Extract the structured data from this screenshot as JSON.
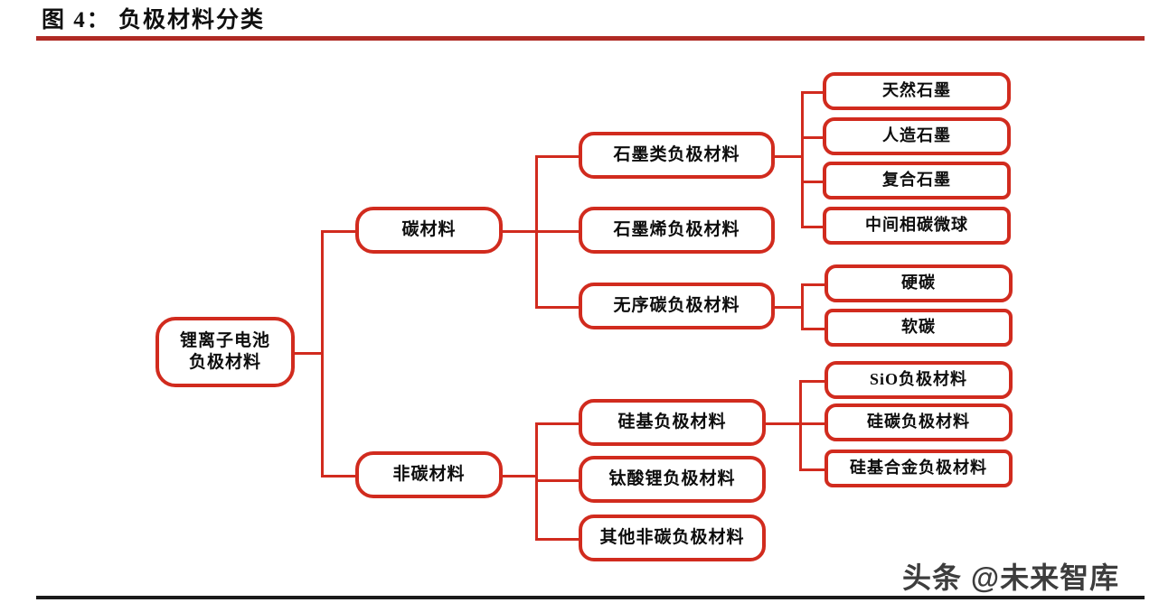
{
  "header": {
    "figure_title": "图 4：  负极材料分类"
  },
  "watermark": {
    "text": "头条 @未来智库"
  },
  "colors": {
    "node_border": "#d12b1e",
    "connector": "#d12b1e",
    "title_rule": "#b02a24",
    "footer_rule": "#1a1a1a",
    "text": "#0d0d0d",
    "background": "#ffffff"
  },
  "diagram": {
    "type": "tree",
    "orientation": "left-to-right",
    "root": {
      "id": "root",
      "label": "锂离子电池\n负极材料",
      "level": 1
    },
    "nodes": [
      {
        "id": "carbon",
        "label": "碳材料",
        "level": 2,
        "parent": "root"
      },
      {
        "id": "non-carbon",
        "label": "非碳材料",
        "level": 2,
        "parent": "root"
      },
      {
        "id": "graphite-anode",
        "label": "石墨类负极材料",
        "level": 3,
        "parent": "carbon"
      },
      {
        "id": "graphene-anode",
        "label": "石墨烯负极材料",
        "level": 3,
        "parent": "carbon"
      },
      {
        "id": "disordered-carbon-anode",
        "label": "无序碳负极材料",
        "level": 3,
        "parent": "carbon"
      },
      {
        "id": "silicon-anode",
        "label": "硅基负极材料",
        "level": 3,
        "parent": "non-carbon"
      },
      {
        "id": "lithium-titanate-anode",
        "label": "钛酸锂负极材料",
        "level": 3,
        "parent": "non-carbon"
      },
      {
        "id": "other-non-carbon-anode",
        "label": "其他非碳负极材料",
        "level": 3,
        "parent": "non-carbon"
      },
      {
        "id": "natural-graphite",
        "label": "天然石墨",
        "level": 4,
        "parent": "graphite-anode"
      },
      {
        "id": "artificial-graphite",
        "label": "人造石墨",
        "level": 4,
        "parent": "graphite-anode"
      },
      {
        "id": "composite-graphite",
        "label": "复合石墨",
        "level": 4,
        "parent": "graphite-anode"
      },
      {
        "id": "mcmb",
        "label": "中间相碳微球",
        "level": 4,
        "parent": "graphite-anode"
      },
      {
        "id": "hard-carbon",
        "label": "硬碳",
        "level": 4,
        "parent": "disordered-carbon-anode"
      },
      {
        "id": "soft-carbon",
        "label": "软碳",
        "level": 4,
        "parent": "disordered-carbon-anode"
      },
      {
        "id": "sio-anode",
        "label": "SiO负极材料",
        "level": 4,
        "parent": "silicon-anode"
      },
      {
        "id": "si-c-anode",
        "label": "硅碳负极材料",
        "level": 4,
        "parent": "silicon-anode"
      },
      {
        "id": "si-alloy-anode",
        "label": "硅基合金负极材料",
        "level": 4,
        "parent": "silicon-anode"
      }
    ]
  }
}
